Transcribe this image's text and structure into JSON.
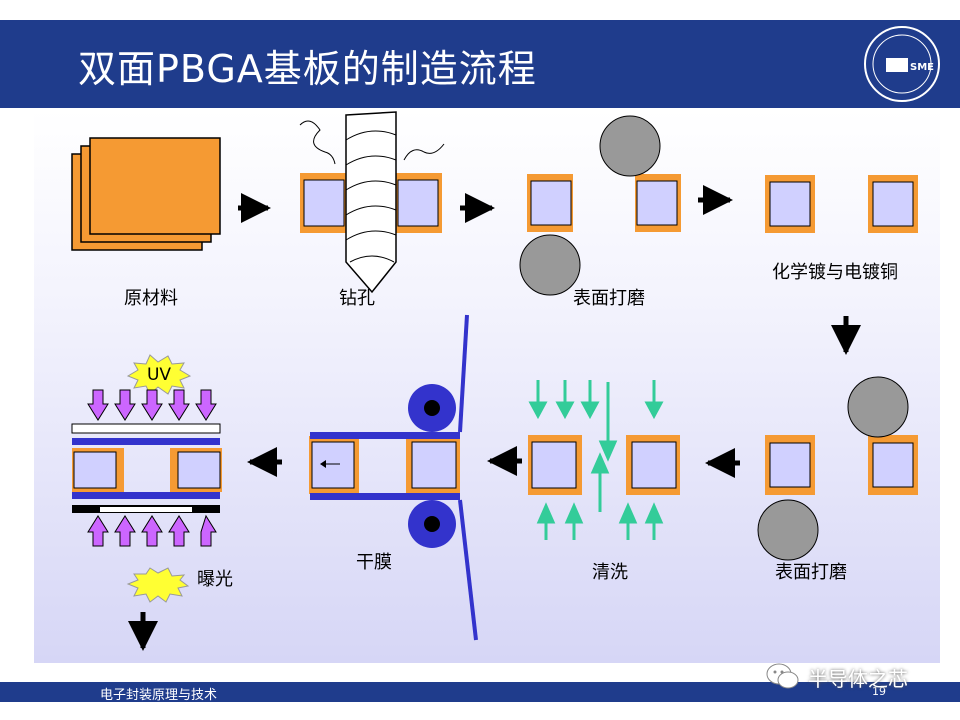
{
  "slide": {
    "title": "双面PBGA基板的制造流程",
    "footer": "电子封装原理与技术",
    "page_number": "19"
  },
  "watermark": {
    "text": "半导体之芯",
    "icon": "wechat-icon"
  },
  "logo": {
    "text": "SME",
    "icon": "university-seal-icon"
  },
  "steps": [
    {
      "label": "原材料"
    },
    {
      "label": "钻孔"
    },
    {
      "label": "表面打磨"
    },
    {
      "label": "化学镀与电镀铜"
    },
    {
      "label": "表面打磨"
    },
    {
      "label": "清洗"
    },
    {
      "label": "干膜"
    },
    {
      "label": "曝光"
    }
  ],
  "uv": {
    "label": "UV"
  },
  "colors": {
    "header": "#1f3c8c",
    "copper": "#f59a33",
    "board": "#d0d0ff",
    "film": "#3333cc",
    "roller": "#999999",
    "spray": "#33cc99",
    "light": "#cc66ff"
  }
}
